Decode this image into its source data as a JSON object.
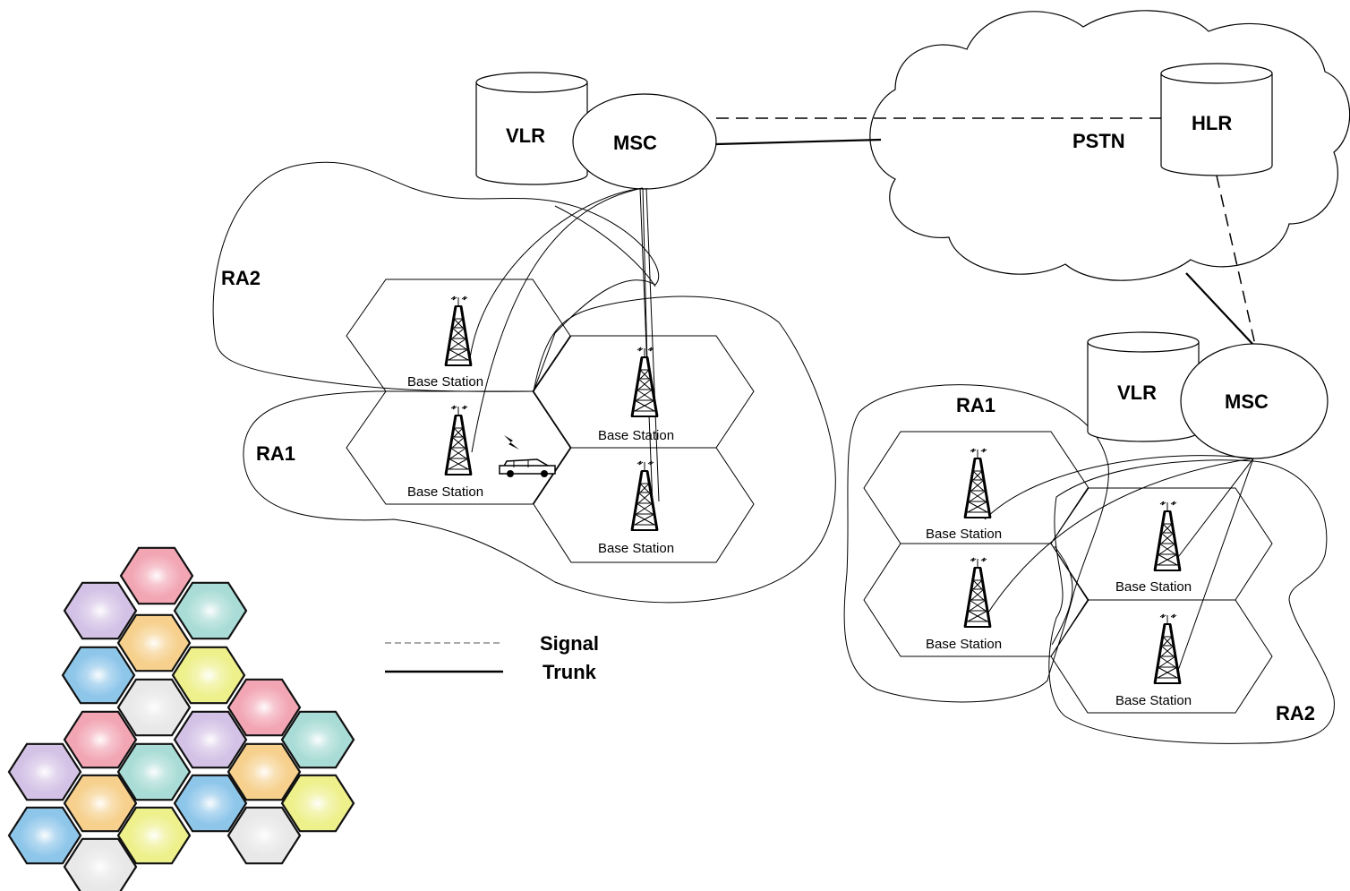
{
  "network_elements": {
    "left_vlr": "VLR",
    "left_msc": "MSC",
    "pstn": "PSTN",
    "hlr": "HLR",
    "right_vlr": "VLR",
    "right_msc": "MSC"
  },
  "routing_areas": {
    "left_ra2": "RA2",
    "left_ra1": "RA1",
    "right_ra1": "RA1",
    "right_ra2": "RA2"
  },
  "base_station_label": "Base Station",
  "legend": {
    "signal": "Signal",
    "trunk": "Trunk"
  },
  "colors": {
    "cell_pink": "#f2a6b4",
    "cell_purple": "#d4c2e6",
    "cell_teal": "#a9dcd6",
    "cell_orange": "#f6d08c",
    "cell_blue": "#8ec6ea",
    "cell_yellow": "#eef08c",
    "cell_gray": "#e8e8e8"
  }
}
